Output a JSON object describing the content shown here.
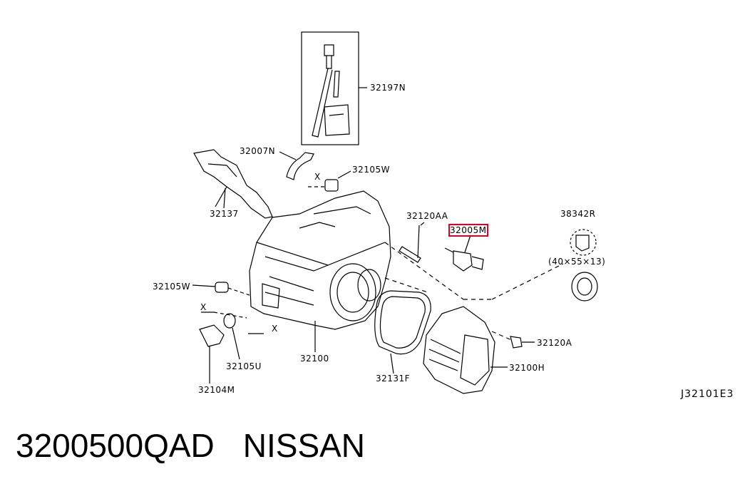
{
  "labels": {
    "p32197N": "32197N",
    "p32007N": "32007N",
    "p32105W_top": "32105W",
    "p32137": "32137",
    "p32120AA": "32120AA",
    "p32005M": "32005M",
    "p38342R": "38342R",
    "seal_size": "(40×55×13)",
    "p32105W_left": "32105W",
    "p32120A": "32120A",
    "p32105U": "32105U",
    "p32100": "32100",
    "p32131F": "32131F",
    "p32100H": "32100H",
    "p32104M": "32104M",
    "x_mark": "X"
  },
  "highlight_color": "#e0001b",
  "ref_code": "J32101E3",
  "title": {
    "part_number": "3200500QAD",
    "brand": "NISSAN"
  }
}
